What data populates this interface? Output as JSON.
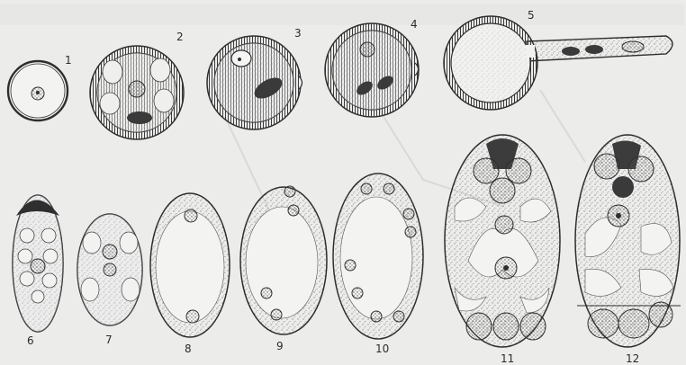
{
  "figure": {
    "stage_labels": [
      "1",
      "2",
      "3",
      "4",
      "5",
      "6",
      "7",
      "8",
      "9",
      "10",
      "11",
      "12"
    ],
    "ink_color": "#2e2e2e",
    "paper_color": "#ececeb",
    "stipple_color": "#6f6f6f"
  }
}
